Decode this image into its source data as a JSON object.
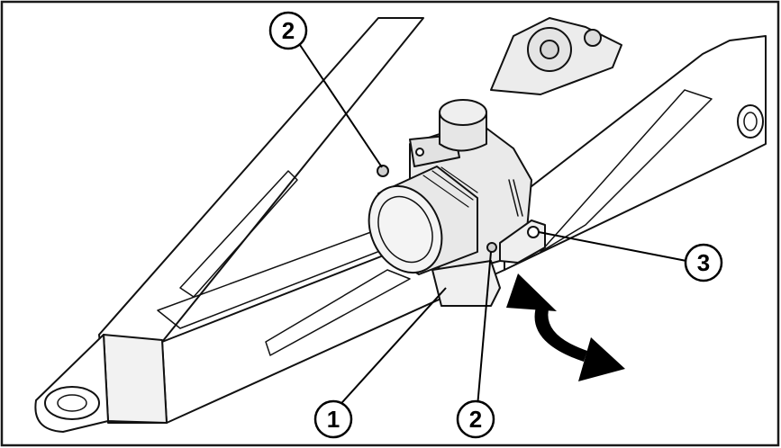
{
  "callouts": [
    {
      "id": "callout-1",
      "label": "1"
    },
    {
      "id": "callout-2-top",
      "label": "2"
    },
    {
      "id": "callout-2-bottom",
      "label": "2"
    },
    {
      "id": "callout-3",
      "label": "3"
    }
  ],
  "colors": {
    "frame": "#1a1a1a",
    "stroke": "#111111",
    "body_fill": "#ffffff",
    "part_fill": "#e9e9e9",
    "part_shade": "#cfcfcf",
    "arrow_fill": "#000000"
  }
}
